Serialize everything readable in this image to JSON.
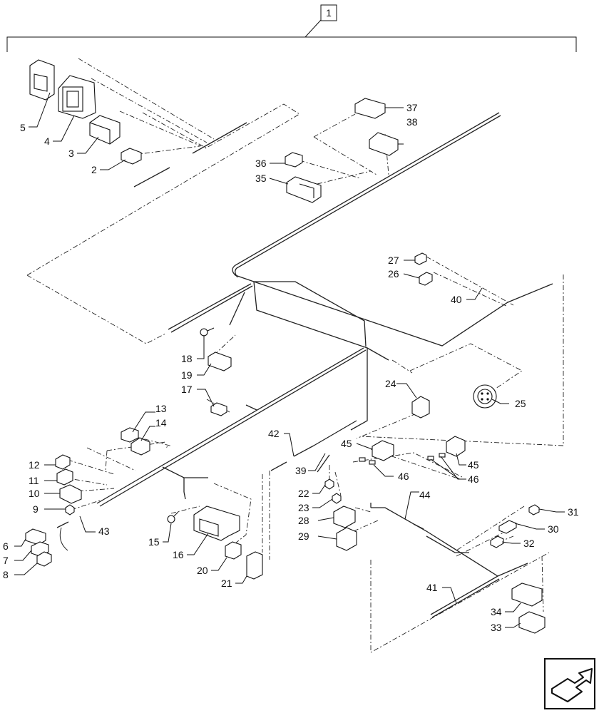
{
  "assembly_label": "1",
  "callouts": [
    "2",
    "3",
    "4",
    "5",
    "6",
    "7",
    "8",
    "9",
    "10",
    "11",
    "12",
    "13",
    "14",
    "15",
    "16",
    "17",
    "18",
    "19",
    "20",
    "21",
    "22",
    "23",
    "24",
    "25",
    "26",
    "27",
    "28",
    "29",
    "30",
    "31",
    "32",
    "33",
    "34",
    "35",
    "36",
    "37",
    "38",
    "39",
    "40",
    "41",
    "42",
    "43",
    "44",
    "45",
    "45",
    "46",
    "46"
  ],
  "icons": {
    "navigation": "next-arrow-icon"
  }
}
